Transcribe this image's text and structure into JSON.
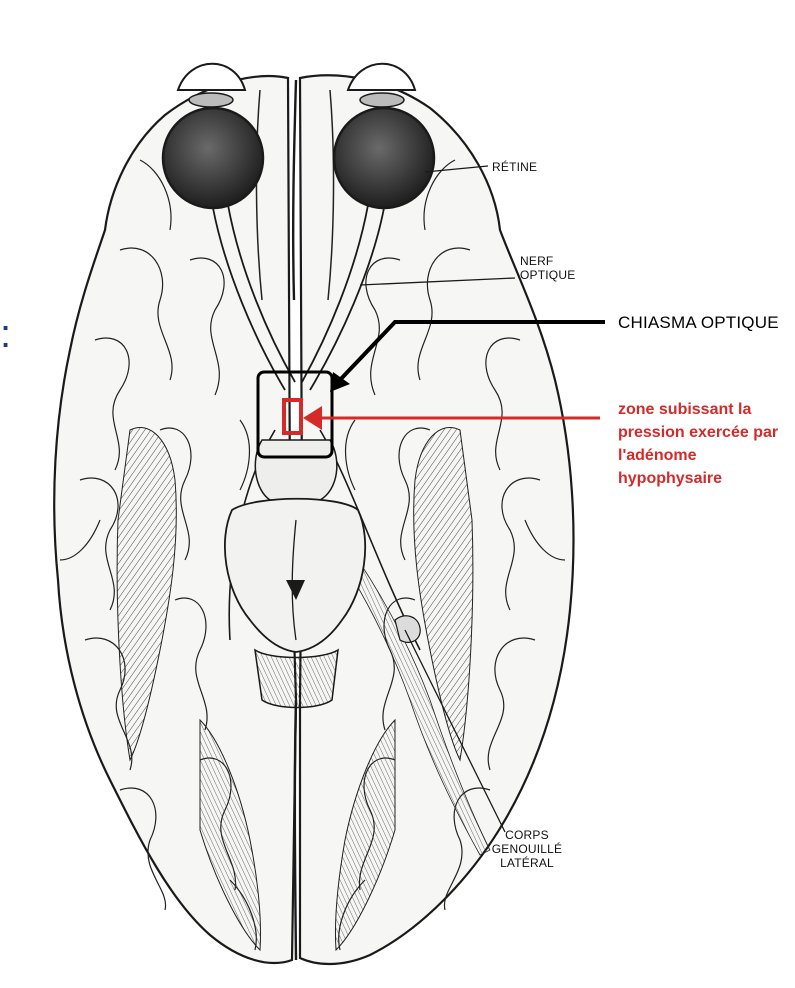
{
  "labels": {
    "retine": "RÉTINE",
    "nerf_line1": "NERF",
    "nerf_line2": "OPTIQUE",
    "chiasma": "CHIASMA OPTIQUE",
    "red_line1": "zone subissant la",
    "red_line2": "pression exercée par",
    "red_line3": "l'adénome",
    "red_line4": "hypophysaire",
    "corps_line1": "CORPS",
    "corps_line2": "GENOUILLÉ",
    "corps_line3": "LATÉRAL"
  },
  "stray_glyph": ":",
  "colors": {
    "ink": "#1a1a1a",
    "brain_fill": "#f6f6f4",
    "eye_fill": "#3a3a3a",
    "highlight_red": "#d42a2a",
    "chiasma_box": "#000000",
    "stray_glyph": "#1f3d7a"
  }
}
